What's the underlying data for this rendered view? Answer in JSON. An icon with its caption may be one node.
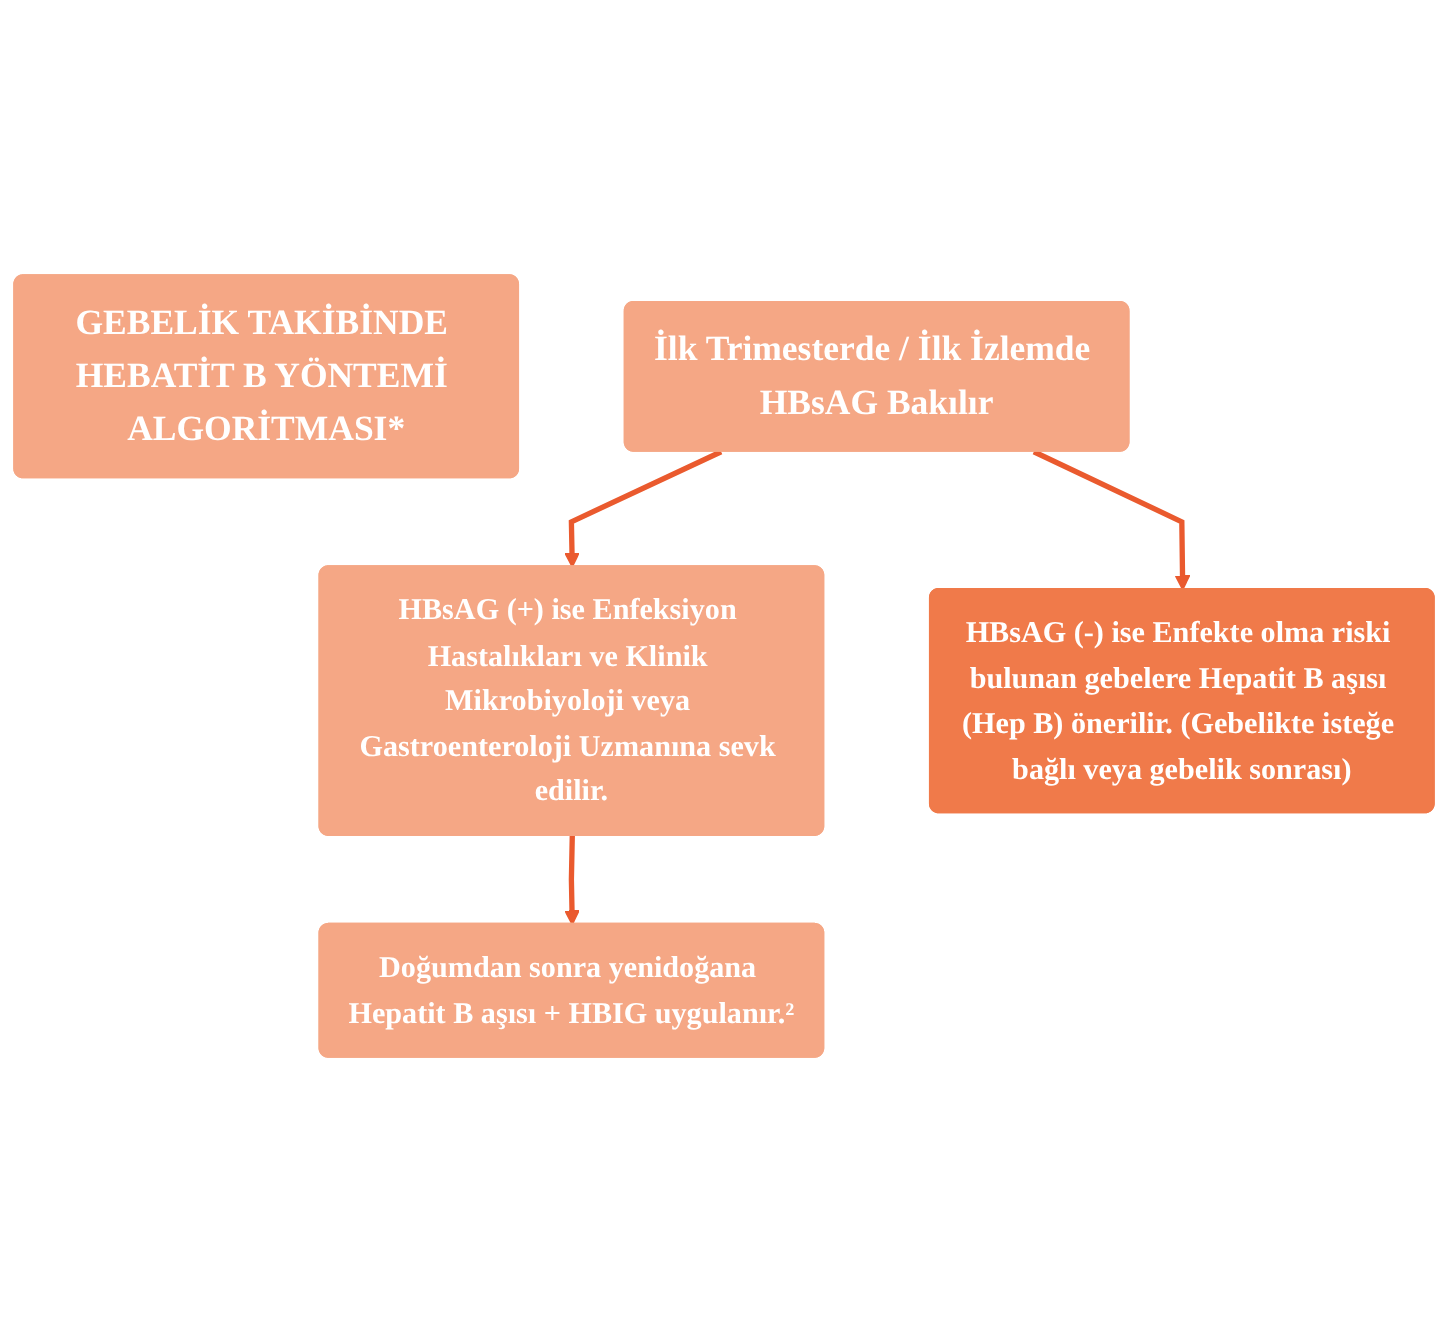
{
  "diagram": {
    "nodes": [
      {
        "text": [
          "GEBELİK TAKİBİNDE HEBATİT B YÖNTEMİ ALGORİTMASI*"
        ]
      },
      {
        "text": [
          "İlk Trimesterde / İlk İzlemde HBsAG Bakılır"
        ]
      },
      {
        "text": [
          "HBsAG (+) ise Enfeksiyon Hastalıkları ve Klinik Mikrobiyoloji veya Gastroenteroloji Uzmanına sevk edilir."
        ]
      },
      {
        "text": [
          "HBsAG (-) ise Enfekte olma riski bulunan gebelere Hepatit B aşısı (Hep B) önerilir. (Gebelikte isteğe bağlı veya gebelik sonrası)"
        ]
      },
      {
        "text": [
          "Doğumdan sonra yenidoğana Hepatit B aşısı + HBIG uygulanır.²"
        ]
      }
    ],
    "edges": [
      {
        "from": 1,
        "to": 2,
        "arrow": "to"
      },
      {
        "from": 1,
        "to": 3,
        "arrow": "to"
      },
      {
        "from": 2,
        "to": 4,
        "arrow": "to"
      }
    ]
  }
}
